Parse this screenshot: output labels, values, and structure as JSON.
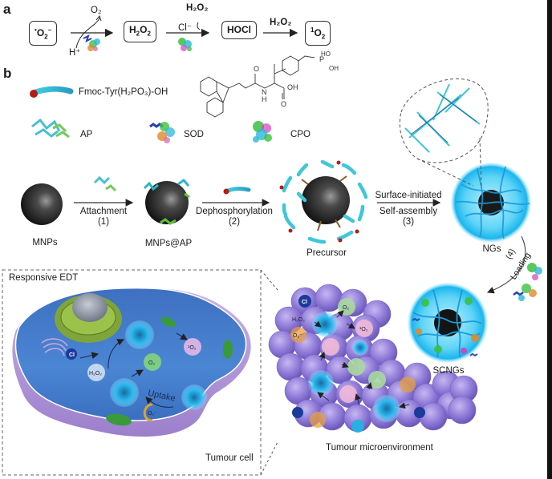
{
  "panel_a": {
    "letter": "a",
    "species": [
      {
        "id": "superoxide",
        "html": "<sup>•</sup>O<sub>2</sub><sup>−</sup>"
      },
      {
        "id": "hydrogen-peroxide",
        "html": "H<sub>2</sub>O<sub>2</sub>"
      },
      {
        "id": "hypochlorous-acid",
        "html": "HOCl"
      },
      {
        "id": "singlet-oxygen",
        "html": "<sup>1</sup>O<sub>2</sub>"
      }
    ],
    "step1": {
      "product": "O₂",
      "reactant": "H⁺",
      "enzyme": "SOD"
    },
    "step2": {
      "reagent_top": "H₂O₂",
      "reagent_on_arrow": "Cl⁻",
      "enzyme": "CPO"
    },
    "step3": {
      "reagent": "H₂O₂"
    }
  },
  "panel_b": {
    "letter": "b",
    "legend": {
      "peptide_label": "Fmoc-Tyr(H₂PO₃)-OH",
      "enzymes": [
        {
          "label": "AP",
          "color": "#2bb5c8"
        },
        {
          "label": "SOD",
          "color": "#e08a2a"
        },
        {
          "label": "CPO",
          "color": "#3cc040"
        }
      ],
      "structure_labels": {
        "hydroxyl_top": "HO",
        "hydroxyl_bottom": "OH",
        "phosphorus": "P",
        "oxygen": "O",
        "amine": "N",
        "h": "H",
        "acid": "OH"
      }
    },
    "steps": [
      {
        "name": "MNPs"
      },
      {
        "arrow_label": "Attachment",
        "arrow_num": "(1)"
      },
      {
        "name": "MNPs@AP"
      },
      {
        "arrow_label": "Dephosphorylation",
        "arrow_num": "(2)"
      },
      {
        "name": "Precursor"
      },
      {
        "arrow_label_top": "Surface-initiated",
        "arrow_label": "Self-assembly",
        "arrow_num": "(3)"
      },
      {
        "name": "NGs"
      },
      {
        "arrow_num": "(4)",
        "arrow_label": "Loading"
      },
      {
        "name": "SCNGs"
      }
    ],
    "cell_inset": {
      "title": "Responsive EDT",
      "caption": "Tumour cell",
      "uptake_label": "Uptake",
      "species": [
        "Cl",
        "H₂O₂",
        "O₂",
        "¹O₂",
        "O₂⁻"
      ]
    },
    "microenvironment": {
      "caption": "Tumour microenvironment",
      "species": [
        "Cl",
        "H₂O₂",
        "O₂",
        "¹O₂",
        "O₂⁻"
      ]
    }
  },
  "colors": {
    "nanogel_blue": "#29c3f0",
    "cell_blue": "#3b6fc0",
    "cell_membrane": "#b89bd6",
    "tumour_purple": "#8e7ad6",
    "particle_dark": "#2e2e2e",
    "peptide_cyan": "#3fc6d8",
    "peptide_head": "#b41b1b"
  }
}
